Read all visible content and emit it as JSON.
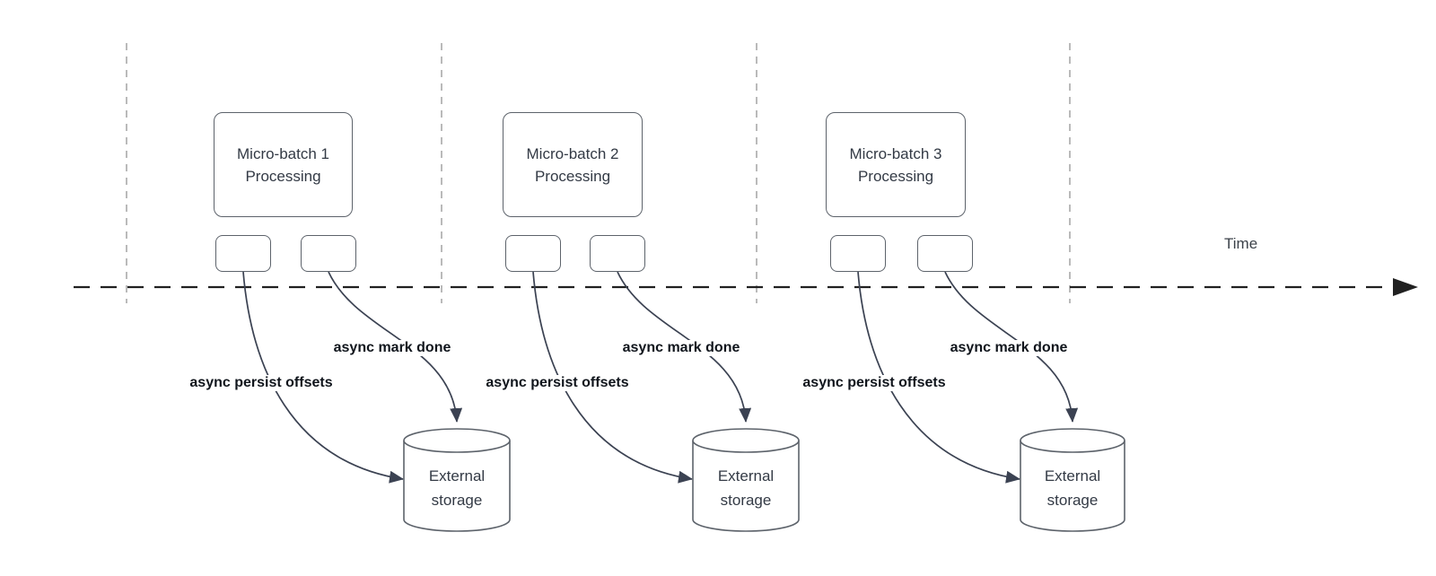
{
  "diagram": {
    "time_label": "Time",
    "groups": [
      {
        "process_label": "Micro-batch 1\nProcessing",
        "persist_label": "async persist offsets",
        "done_label": "async mark done",
        "storage_label": "External\nstorage"
      },
      {
        "process_label": "Micro-batch 2\nProcessing",
        "persist_label": "async persist offsets",
        "done_label": "async mark done",
        "storage_label": "External\nstorage"
      },
      {
        "process_label": "Micro-batch 3\nProcessing",
        "persist_label": "async persist offsets",
        "done_label": "async mark done",
        "storage_label": "External\nstorage"
      }
    ],
    "colors": {
      "background": "#ffffff",
      "shape_stroke": "#5d636b",
      "shape_text": "#333a45",
      "arrow_stroke": "#3b4252",
      "bold_label_text": "#10151c",
      "timeline_stroke": "#212121",
      "gridline_stroke": "#a9a9a9"
    }
  }
}
